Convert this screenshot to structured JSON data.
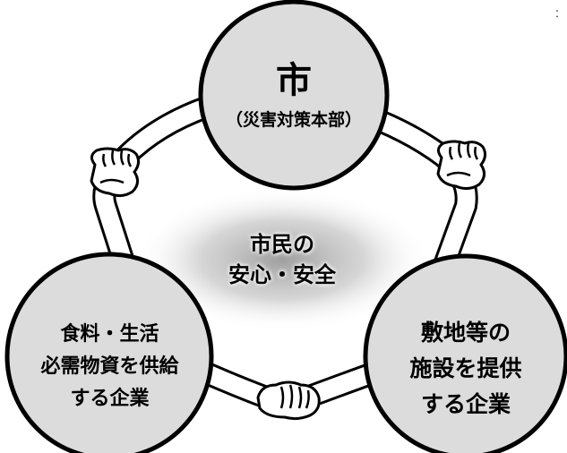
{
  "diagram": {
    "city": {
      "title": "市",
      "subtitle": "（災害対策本部）"
    },
    "center": {
      "lines": [
        "市民の",
        "安心・安全"
      ]
    },
    "left_company": {
      "lines": [
        "食料・生活",
        "必需物資を供給",
        "する企業"
      ]
    },
    "right_company": {
      "lines": [
        "敷地等の",
        "施設を提供",
        "する企業"
      ]
    },
    "corner_mark": "：",
    "colors": {
      "circle_fill": "#dcdcdc",
      "outline": "#000000",
      "center_glow": "#a8a8a8",
      "background": "#ffffff"
    },
    "icons": [
      "handshake-icon"
    ]
  }
}
